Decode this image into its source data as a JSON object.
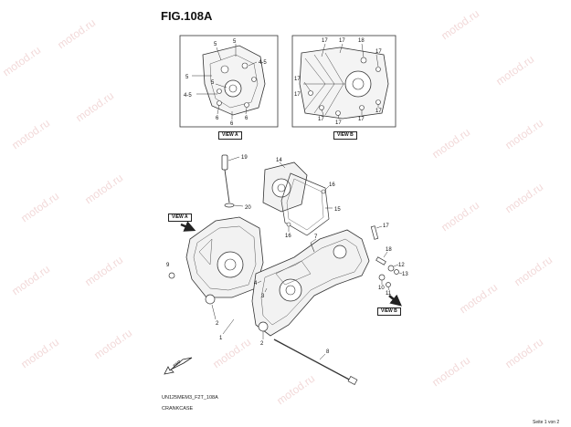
{
  "figure": {
    "title": "FIG.108A"
  },
  "footer": {
    "code": "UN125MEM3_F2T_108A",
    "name": "CRANKCASE"
  },
  "page_info": "Seite 1 von 2",
  "watermark": "motod.ru",
  "inset_a": {
    "tag": "VIEW A",
    "callouts": [
      "5",
      "5",
      "5",
      "4-5",
      "5",
      "4-5",
      "6",
      "6",
      "6"
    ]
  },
  "inset_b": {
    "tag": "VIEW B",
    "callouts": [
      "17",
      "17",
      "18",
      "17",
      "17",
      "17",
      "17",
      "17",
      "17",
      "17"
    ]
  },
  "main": {
    "view_a_tag": "VIEW A",
    "view_b_tag": "VIEW B",
    "fwd_label": "FWD",
    "callouts": [
      "19",
      "20",
      "14",
      "16",
      "15",
      "16",
      "17",
      "18",
      "12",
      "13",
      "10",
      "11",
      "9",
      "4",
      "3",
      "2",
      "1",
      "2",
      "7",
      "8"
    ]
  }
}
